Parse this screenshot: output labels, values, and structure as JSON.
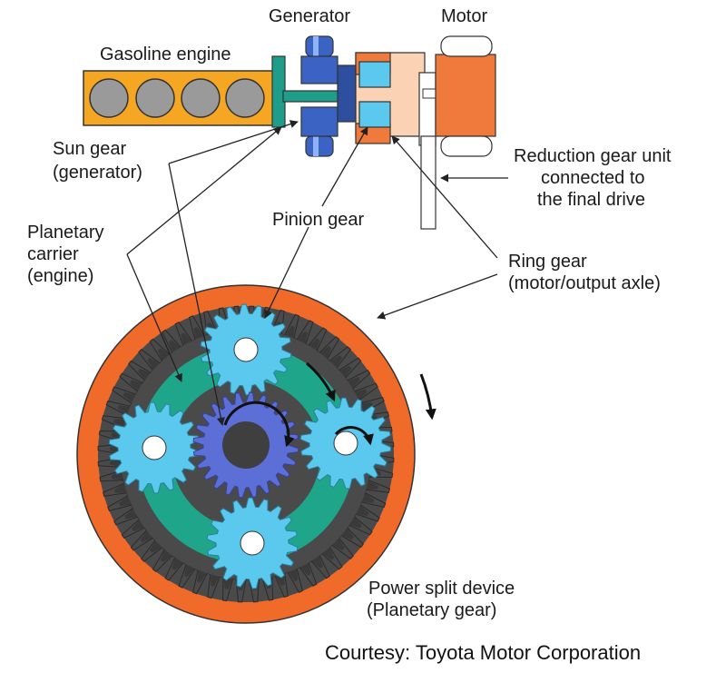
{
  "labels": {
    "generator": "Generator",
    "motor": "Motor",
    "gasoline_engine": "Gasoline engine",
    "sun_gear_1": "Sun gear",
    "sun_gear_2": "(generator)",
    "reduction_1": "Reduction gear unit",
    "reduction_2": "connected to",
    "reduction_3": "the final drive",
    "planetary_1": "Planetary",
    "planetary_2": "carrier",
    "planetary_3": "(engine)",
    "pinion_gear": "Pinion gear",
    "ring_gear_1": "Ring gear",
    "ring_gear_2": "(motor/output axle)",
    "power_split_1": "Power split device",
    "power_split_2": "(Planetary gear)"
  },
  "credit": "Courtesy: Toyota Motor Corporation",
  "colors": {
    "engine_orange": "#f5a623",
    "ring_orange": "#f06a2a",
    "ring_dark": "#4a4a4a",
    "carrier_green": "#1fa68a",
    "pinion_blue": "#5bc8ee",
    "sun_blue": "#5c6fd6",
    "generator_blue": "#3a63c4",
    "motor_orange": "#f07a3c",
    "motor_peach": "#fbd3b4",
    "shaft_teal": "#1e9e8a"
  }
}
